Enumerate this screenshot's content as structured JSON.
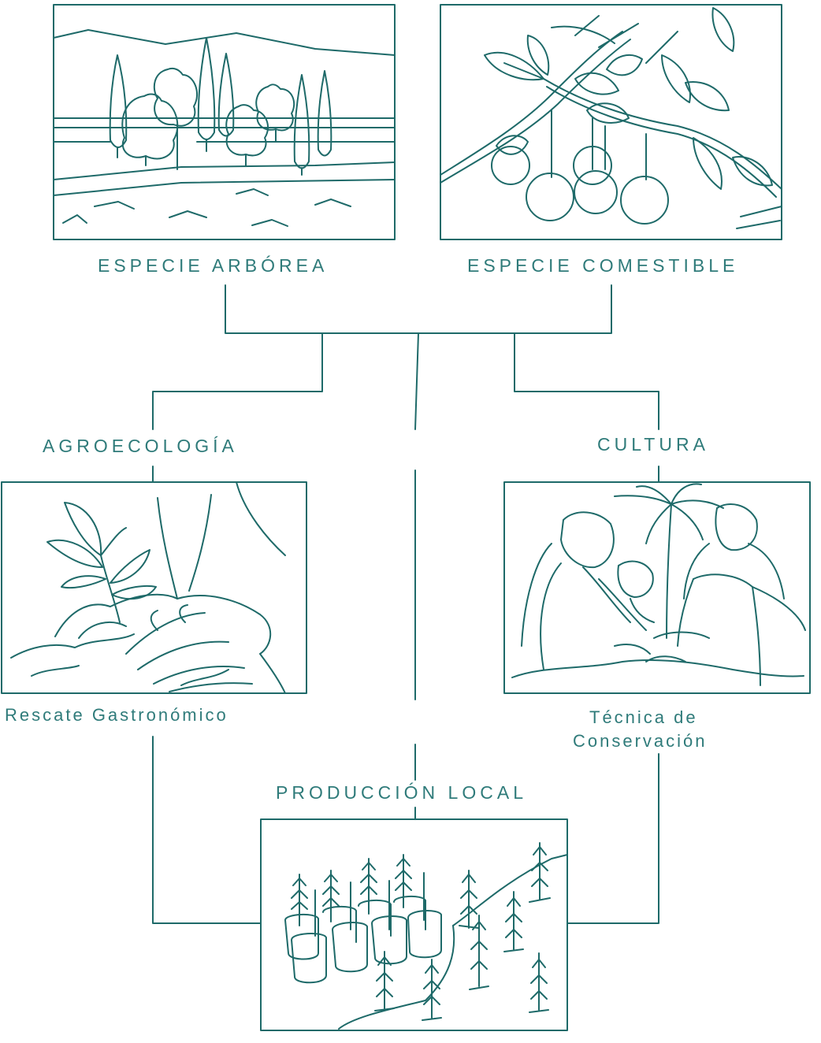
{
  "diagram": {
    "colors": {
      "stroke": "#1e6a69",
      "text": "#2f7b7a",
      "background": "#ffffff"
    },
    "labels": {
      "especie_arborea": "ESPECIE ARBÓREA",
      "especie_comestible": "ESPECIE COMESTIBLE",
      "agroecologia": "AGROECOLOGÍA",
      "cultura": "CULTURA",
      "rescate": "Rescate Gastronómico",
      "tecnica_line1": "Técnica de",
      "tecnica_line2": "Conservación",
      "produccion": "PRODUCCIÓN LOCAL"
    },
    "panels": [
      {
        "id": "trees-landscape",
        "icon": "tree-landscape-illustration"
      },
      {
        "id": "fruit-branch",
        "icon": "fruit-branch-illustration"
      },
      {
        "id": "hands-planting",
        "icon": "hands-planting-illustration"
      },
      {
        "id": "people-planting",
        "icon": "people-planting-illustration"
      },
      {
        "id": "seedlings-nursery",
        "icon": "seedling-pots-illustration"
      }
    ]
  }
}
